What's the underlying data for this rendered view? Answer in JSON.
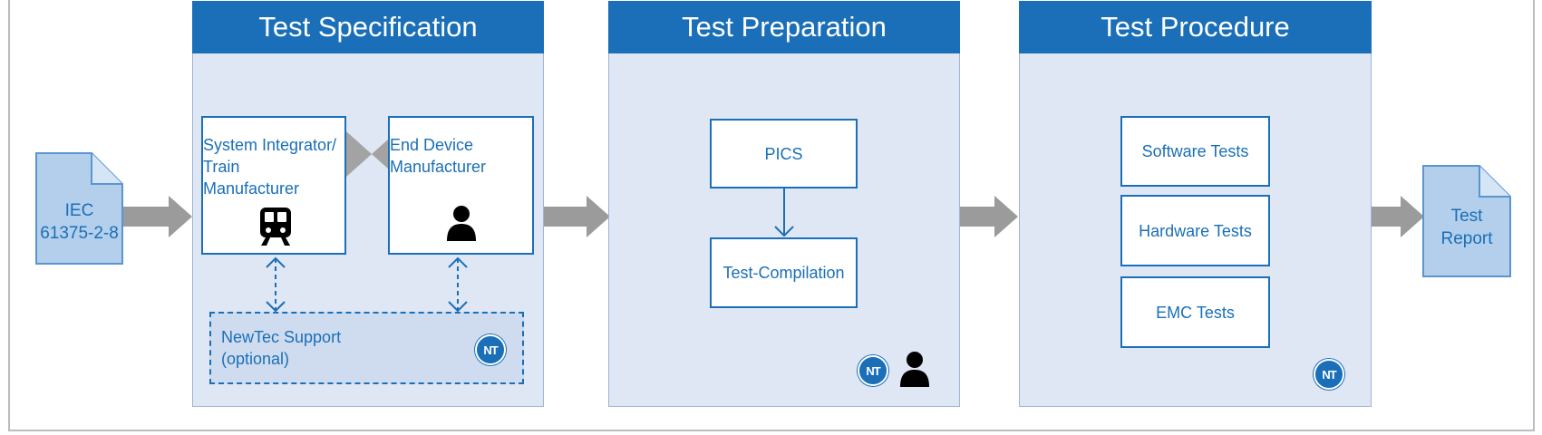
{
  "input_doc": {
    "line1": "IEC",
    "line2": "61375-2-8"
  },
  "output_doc": {
    "line1": "Test",
    "line2": "Report"
  },
  "specification": {
    "title": "Test Specification",
    "integrator": {
      "line1": "System Integrator/",
      "line2": "Train",
      "line3": "Manufacturer"
    },
    "end_device": {
      "line1": "End Device",
      "line2": "Manufacturer"
    },
    "support": {
      "line1": "NewTec Support",
      "line2": "(optional)"
    },
    "logo": "NT"
  },
  "preparation": {
    "title": "Test Preparation",
    "pics": "PICS",
    "compilation": "Test-Compilation",
    "logo": "NT"
  },
  "procedure": {
    "title": "Test Procedure",
    "software": "Software Tests",
    "hardware": "Hardware Tests",
    "emc": "EMC Tests",
    "logo": "NT"
  },
  "colors": {
    "accent": "#1a6fb8",
    "panel": "#dfe7f5",
    "arrow": "#9b9b9b",
    "doc": "#b3cfec"
  }
}
